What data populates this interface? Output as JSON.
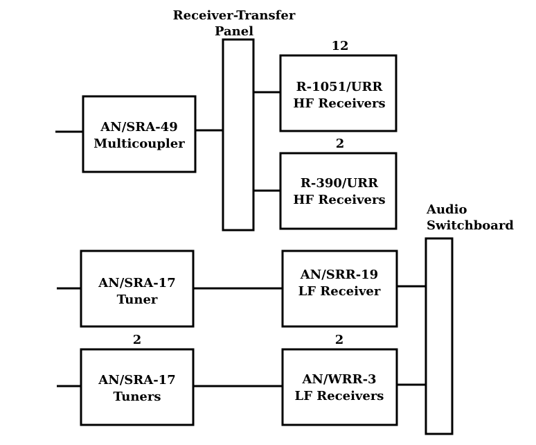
{
  "receiver_transfer_panel": {
    "label_line1": "Receiver-Transfer",
    "label_line2": "Panel"
  },
  "audio_switchboard": {
    "label_line1": "Audio",
    "label_line2": "Switchboard"
  },
  "blocks": {
    "sra49": {
      "line1": "AN/SRA-49",
      "line2": "Multicoupler"
    },
    "r1051": {
      "line1": "R-1051/URR",
      "line2": "HF Receivers",
      "count": "12"
    },
    "r390": {
      "line1": "R-390/URR",
      "line2": "HF Receivers",
      "count": "2"
    },
    "sra17_single": {
      "line1": "AN/SRA-17",
      "line2": "Tuner"
    },
    "srr19": {
      "line1": "AN/SRR-19",
      "line2": "LF Receiver"
    },
    "sra17_pair": {
      "line1": "AN/SRA-17",
      "line2": "Tuners",
      "count": "2"
    },
    "wrr3": {
      "line1": "AN/WRR-3",
      "line2": "LF Receivers",
      "count": "2"
    }
  }
}
